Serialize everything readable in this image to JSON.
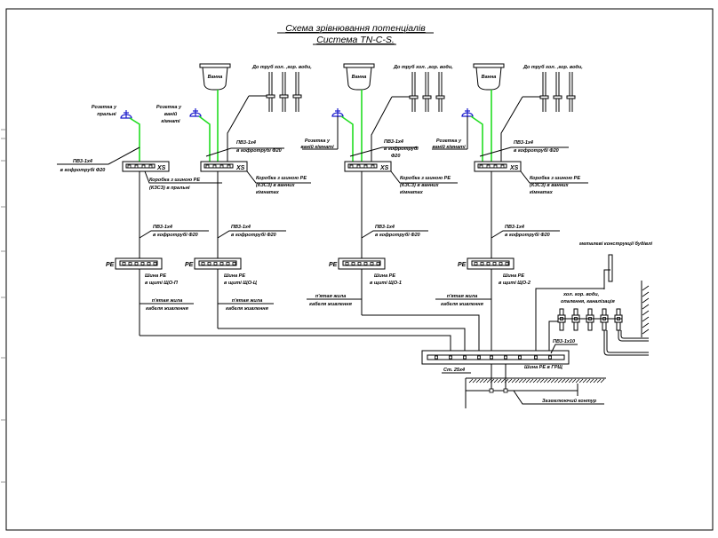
{
  "title": {
    "line1": "Схема зрівнювання потенціалів",
    "line2": "Система TN-C-S."
  },
  "groups": [
    {
      "id": "laundry",
      "socket_label": [
        "Розетка у",
        "пральні"
      ],
      "cable_upper": [
        "ПВ3-1х4",
        "в гофротрубі Ф20"
      ],
      "box_tag": "XS",
      "box_note": [
        "Коробка з шиною PE",
        "(КЗСЗ) в пральні"
      ],
      "cable_lower": [
        "ПВ3-1х4",
        "в гофротрубі Ф20"
      ],
      "pe_tag": "PE",
      "pe_note": [
        "Шина PE",
        "в щиті ЩО-П"
      ],
      "feed_note": [
        "п'ятая жила",
        "кабеля живлення"
      ],
      "has_bath": false
    },
    {
      "id": "bath1",
      "socket_label": [
        "Розетка у",
        "ваній",
        "кімнаті"
      ],
      "bath_label": "Ванна",
      "pipes_label": "До труб хол. ,гор. води,",
      "cable_upper": [
        "ПВ3-1х4",
        "в гофротрубі Ф20"
      ],
      "box_tag": "XS",
      "box_note": [
        "Коробка з шиною PE",
        "(КЗСЗ) в ванних",
        "кімнатах"
      ],
      "cable_lower": [
        "ПВ3-1х4",
        "в гофротрубі Ф20"
      ],
      "pe_tag": "PE",
      "pe_note": [
        "Шина PE",
        "в щиті ЩО-Ц"
      ],
      "feed_note": [
        "п'ятая жила",
        "кабеля живлення"
      ],
      "has_bath": true
    },
    {
      "id": "bath2",
      "socket_label": [
        "Розетка у",
        "ваній кімнаті"
      ],
      "bath_label": "Ванна",
      "pipes_label": "До труб хол. ,гор. води,",
      "cable_upper": [
        "ПВ3-1х4",
        "в гофротрубі",
        "Ф20"
      ],
      "box_tag": "XS",
      "box_note": [
        "Коробка з шиною PE",
        "(КЗСЗ) в ванних",
        "кімнатах"
      ],
      "cable_lower": [
        "ПВ3-1х4",
        "в гофротрубі Ф20"
      ],
      "pe_tag": "PE",
      "pe_note": [
        "Шина PE",
        "в щиті ЩО-1"
      ],
      "feed_note": [
        "п'ятая жила",
        "кабеля живлення"
      ],
      "has_bath": true
    },
    {
      "id": "bath3",
      "socket_label": [
        "Розетка у",
        "ваній кімнаті"
      ],
      "bath_label": "Ванна",
      "pipes_label": "До труб хол. ,гор. води,",
      "cable_upper": [
        "ПВ3-1х4",
        "в гофротрубі Ф20"
      ],
      "box_tag": "XS",
      "box_note": [
        "Коробка з шиною PE",
        "(КЗСЗ) в ванних",
        "кімнатах"
      ],
      "cable_lower": [
        "ПВ3-1х4",
        "в гофротрубі Ф20"
      ],
      "pe_tag": "PE",
      "pe_note": [
        "Шина PE",
        "в щиті ЩО-2"
      ],
      "feed_note": [
        "п'ятая жила",
        "кабеля живлення"
      ],
      "has_bath": true
    }
  ],
  "main_bus": {
    "strip_label": "Ст. 25х4",
    "bus_label": "Шина PE в ГРЩ",
    "cable_label": "ПВ3-1х10",
    "ground_label": "Заземлюючий контур"
  },
  "right_side": {
    "metal_label": "металеві конструкції будівлі",
    "pipes_label": [
      "хол. гор. води,",
      "опалення, каналізація"
    ]
  }
}
